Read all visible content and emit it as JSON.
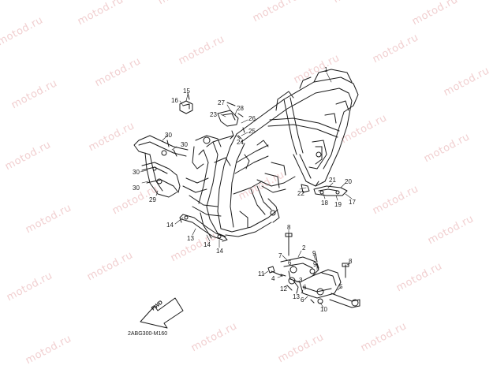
{
  "watermark_text": "motod.ru",
  "diagram_code": "2ABG300-M160",
  "fwd_label": "FWD",
  "colors": {
    "line": "#1a1a1a",
    "watermark": "#f1cfd0",
    "background": "#ffffff"
  },
  "callouts": [
    "1",
    "15",
    "16",
    "27",
    "28",
    "23",
    "26",
    "25",
    "24",
    "30",
    "30",
    "30",
    "30",
    "29",
    "22",
    "21",
    "20",
    "18",
    "19",
    "17",
    "14",
    "13",
    "14",
    "14",
    "8",
    "2",
    "7",
    "6",
    "9",
    "9",
    "8",
    "11",
    "4",
    "3",
    "6",
    "12",
    "13",
    "6",
    "5",
    "10"
  ]
}
